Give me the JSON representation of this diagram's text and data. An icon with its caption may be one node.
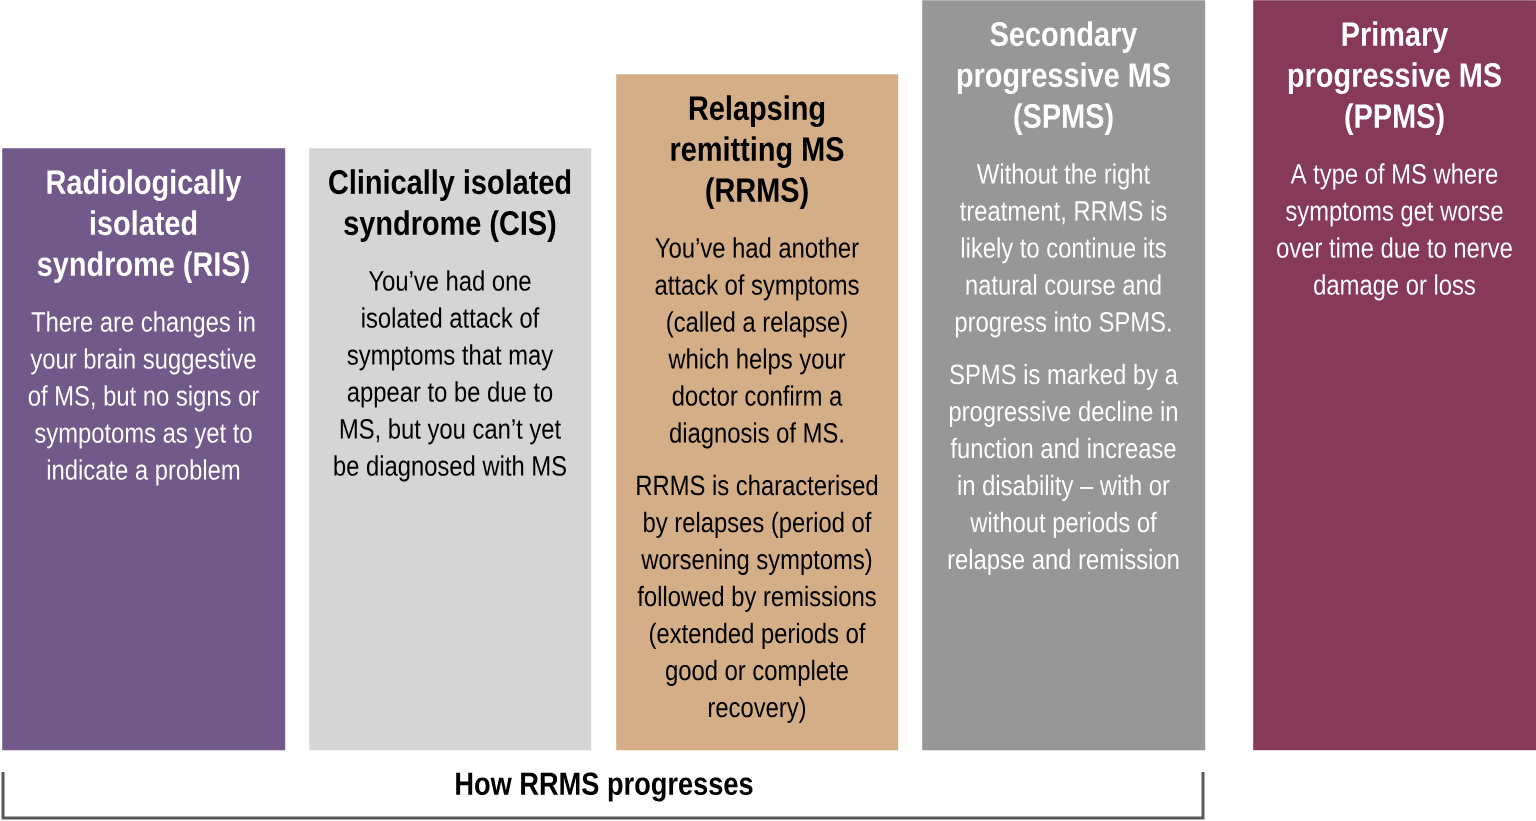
{
  "diagram": {
    "nodes": [
      {
        "text": [
          "Radiologically isolated syndrome (RIS)",
          "There are changes in your brain suggestive of MS, but no signs or sympotoms as yet to indicate a problem"
        ]
      },
      {
        "text": [
          "Clinically isolated syndrome (CIS)",
          "You’ve had one isolated attack of symptoms that may appear to be due to MS, but you can’t yet be diagnosed with MS"
        ]
      },
      {
        "text": [
          "Relapsing remitting MS (RRMS)",
          "You’ve had another attack of symptoms (called a relapse) which helps your doctor confirm a diagnosis of MS.",
          "RRMS is characterised by relapses (period of worsening symptoms) followed by remissions (extended periods of good or complete recovery)"
        ]
      },
      {
        "text": [
          "Secondary progressive MS (SPMS)",
          "Without the right treatment, RRMS is likely to continue its natural course and progress into SPMS.",
          "SPMS is marked by a progressive decline in function and increase in disability – with or without periods of relapse and remission"
        ]
      },
      {
        "text": [
          "Primary progressive MS (PPMS)",
          "A type of MS where symptoms get worse over time due to nerve damage or loss"
        ]
      }
    ],
    "labels": [
      "How RRMS progresses"
    ]
  }
}
